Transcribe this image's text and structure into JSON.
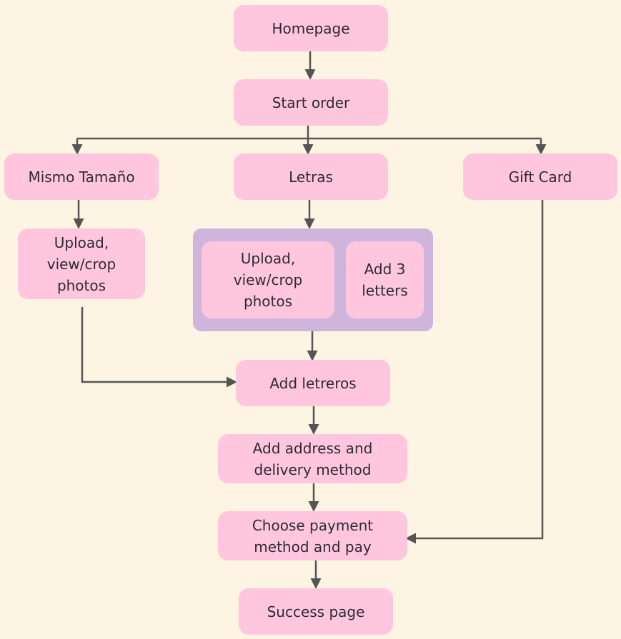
{
  "nodes": {
    "homepage": "Homepage",
    "start_order": "Start order",
    "mismo_tamano": "Mismo Tamaño",
    "letras": "Letras",
    "gift_card": "Gift Card",
    "upload_left": "Upload,\nview/crop\nphotos",
    "upload_mid": "Upload,\nview/crop\nphotos",
    "add_letters": "Add 3\nletters",
    "add_letreros": "Add letreros",
    "address_delivery": "Add address and\ndelivery method",
    "payment": "Choose payment\nmethod and pay",
    "success": "Success page"
  },
  "colors": {
    "background": "#fdf4e3",
    "node_fill": "#ffc6de",
    "group_fill": "#cfb4dc",
    "arrow": "#555555",
    "text": "#2b2b33"
  }
}
